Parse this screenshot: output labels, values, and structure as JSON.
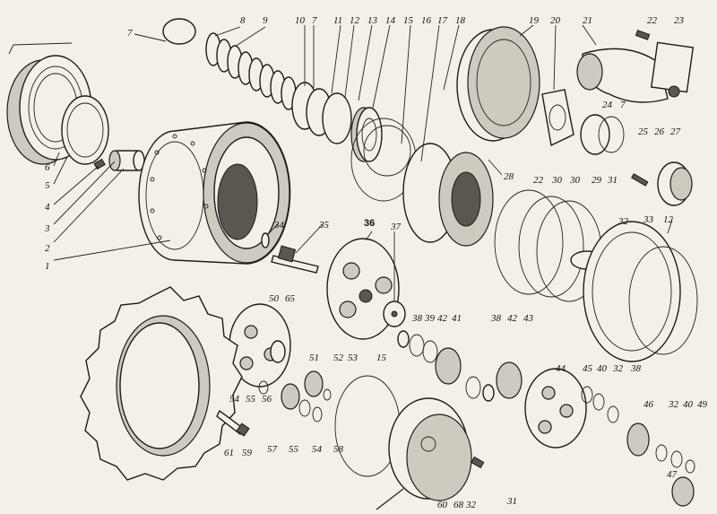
{
  "labels": [
    {
      "id": "1",
      "text": "1"
    },
    {
      "id": "2",
      "text": "2"
    },
    {
      "id": "3",
      "text": "3"
    },
    {
      "id": "4",
      "text": "4"
    },
    {
      "id": "5",
      "text": "5"
    },
    {
      "id": "6",
      "text": "6"
    },
    {
      "id": "7a",
      "text": "7"
    },
    {
      "id": "8",
      "text": "8"
    },
    {
      "id": "9",
      "text": "9"
    },
    {
      "id": "10",
      "text": "10"
    },
    {
      "id": "7b",
      "text": "7"
    },
    {
      "id": "11",
      "text": "11"
    },
    {
      "id": "12a",
      "text": "12"
    },
    {
      "id": "13",
      "text": "13"
    },
    {
      "id": "14",
      "text": "14"
    },
    {
      "id": "15a",
      "text": "15"
    },
    {
      "id": "16",
      "text": "16"
    },
    {
      "id": "17",
      "text": "17"
    },
    {
      "id": "18",
      "text": "18"
    },
    {
      "id": "19",
      "text": "19"
    },
    {
      "id": "20",
      "text": "20"
    },
    {
      "id": "21",
      "text": "21"
    },
    {
      "id": "22",
      "text": "22"
    },
    {
      "id": "23",
      "text": "23"
    },
    {
      "id": "24",
      "text": "24"
    },
    {
      "id": "7c",
      "text": "7"
    },
    {
      "id": "25",
      "text": "25"
    },
    {
      "id": "26",
      "text": "26"
    },
    {
      "id": "27",
      "text": "27"
    },
    {
      "id": "28",
      "text": "28"
    },
    {
      "id": "22b",
      "text": "22"
    },
    {
      "id": "30a",
      "text": "30"
    },
    {
      "id": "30b",
      "text": "30"
    },
    {
      "id": "29",
      "text": "29"
    },
    {
      "id": "31a",
      "text": "31"
    },
    {
      "id": "32a",
      "text": "32"
    },
    {
      "id": "33",
      "text": "33"
    },
    {
      "id": "12b",
      "text": "12"
    },
    {
      "id": "34",
      "text": "34"
    },
    {
      "id": "35",
      "text": "35"
    },
    {
      "id": "36",
      "text": "36"
    },
    {
      "id": "37",
      "text": "37"
    },
    {
      "id": "38a",
      "text": "38"
    },
    {
      "id": "39",
      "text": "39"
    },
    {
      "id": "42a",
      "text": "42"
    },
    {
      "id": "41",
      "text": "41"
    },
    {
      "id": "38b",
      "text": "38"
    },
    {
      "id": "42b",
      "text": "42"
    },
    {
      "id": "43",
      "text": "43"
    },
    {
      "id": "50",
      "text": "50"
    },
    {
      "id": "65",
      "text": "65"
    },
    {
      "id": "51",
      "text": "51"
    },
    {
      "id": "52",
      "text": "52"
    },
    {
      "id": "53",
      "text": "53"
    },
    {
      "id": "15b",
      "text": "15"
    },
    {
      "id": "54a",
      "text": "54"
    },
    {
      "id": "55a",
      "text": "55"
    },
    {
      "id": "56",
      "text": "56"
    },
    {
      "id": "57",
      "text": "57"
    },
    {
      "id": "55b",
      "text": "55"
    },
    {
      "id": "54b",
      "text": "54"
    },
    {
      "id": "58",
      "text": "58"
    },
    {
      "id": "44",
      "text": "44"
    },
    {
      "id": "45",
      "text": "45"
    },
    {
      "id": "40a",
      "text": "40"
    },
    {
      "id": "32b",
      "text": "32"
    },
    {
      "id": "38c",
      "text": "38"
    },
    {
      "id": "46",
      "text": "46"
    },
    {
      "id": "32c",
      "text": "32"
    },
    {
      "id": "40b",
      "text": "40"
    },
    {
      "id": "49",
      "text": "49"
    },
    {
      "id": "47",
      "text": "47"
    },
    {
      "id": "61",
      "text": "61"
    },
    {
      "id": "59",
      "text": "59"
    },
    {
      "id": "60",
      "text": "60"
    },
    {
      "id": "68",
      "text": "68"
    },
    {
      "id": "32d",
      "text": "32"
    },
    {
      "id": "31b",
      "text": "31"
    }
  ]
}
